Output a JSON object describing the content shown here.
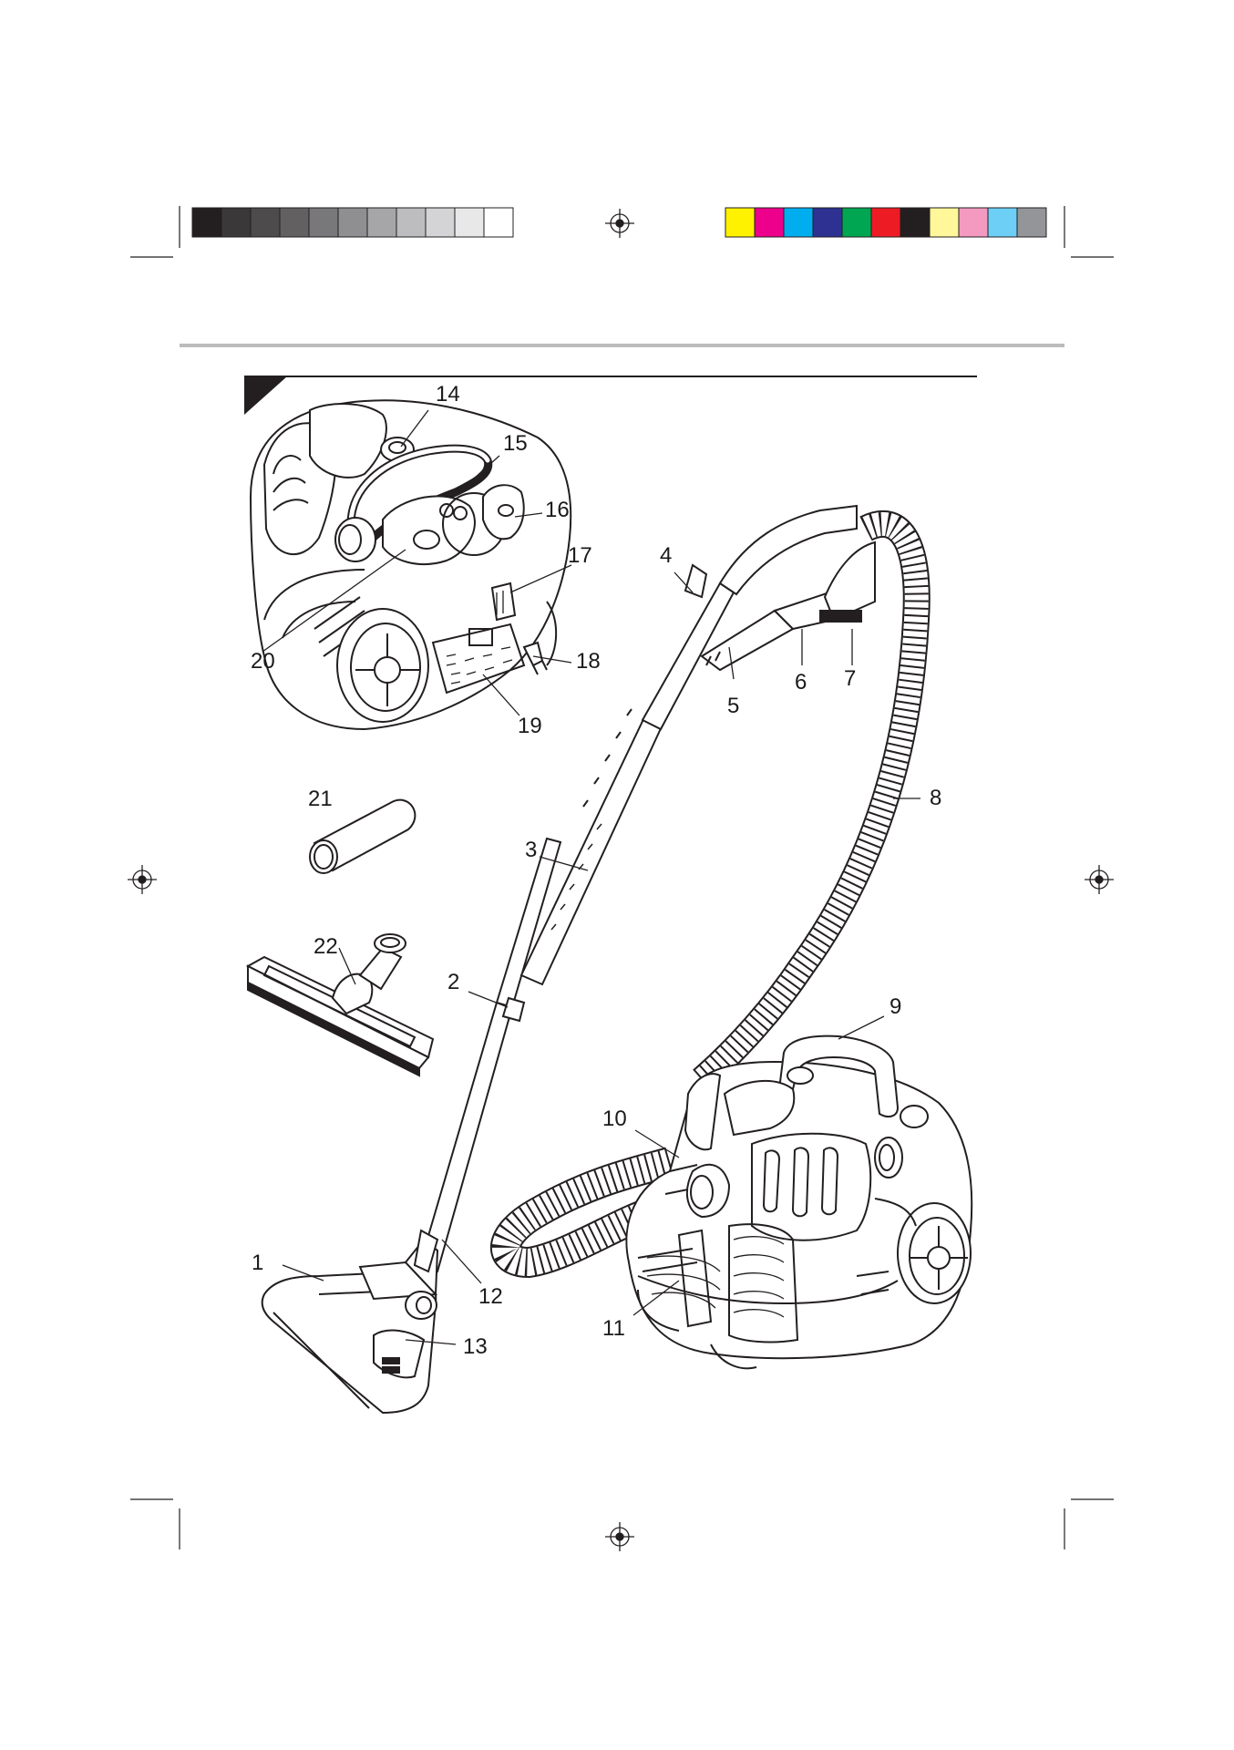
{
  "print_marks": {
    "grayscale_bar": [
      "#231f20",
      "#3a3839",
      "#4d4b4c",
      "#626061",
      "#78777a",
      "#8f8e90",
      "#a6a5a7",
      "#bdbcbe",
      "#d4d3d5",
      "#e8e8e8",
      "#ffffff"
    ],
    "color_bar": [
      "#fff200",
      "#ec008c",
      "#00aeef",
      "#2e3192",
      "#00a651",
      "#ed1c24",
      "#231f20",
      "#fff799",
      "#f49ac1",
      "#6dcff6",
      "#939598"
    ],
    "registration_icon": "crosshair-target-icon"
  },
  "figure": {
    "line_color": "#231f20",
    "callouts": [
      {
        "id": "1",
        "label": "1"
      },
      {
        "id": "2",
        "label": "2"
      },
      {
        "id": "3",
        "label": "3"
      },
      {
        "id": "4",
        "label": "4"
      },
      {
        "id": "5",
        "label": "5"
      },
      {
        "id": "6",
        "label": "6"
      },
      {
        "id": "7",
        "label": "7"
      },
      {
        "id": "8",
        "label": "8"
      },
      {
        "id": "9",
        "label": "9"
      },
      {
        "id": "10",
        "label": "10"
      },
      {
        "id": "11",
        "label": "11"
      },
      {
        "id": "12",
        "label": "12"
      },
      {
        "id": "13",
        "label": "13"
      },
      {
        "id": "14",
        "label": "14"
      },
      {
        "id": "15",
        "label": "15"
      },
      {
        "id": "16",
        "label": "16"
      },
      {
        "id": "17",
        "label": "17"
      },
      {
        "id": "18",
        "label": "18"
      },
      {
        "id": "19",
        "label": "19"
      },
      {
        "id": "20",
        "label": "20"
      },
      {
        "id": "21",
        "label": "21"
      },
      {
        "id": "22",
        "label": "22"
      }
    ]
  }
}
